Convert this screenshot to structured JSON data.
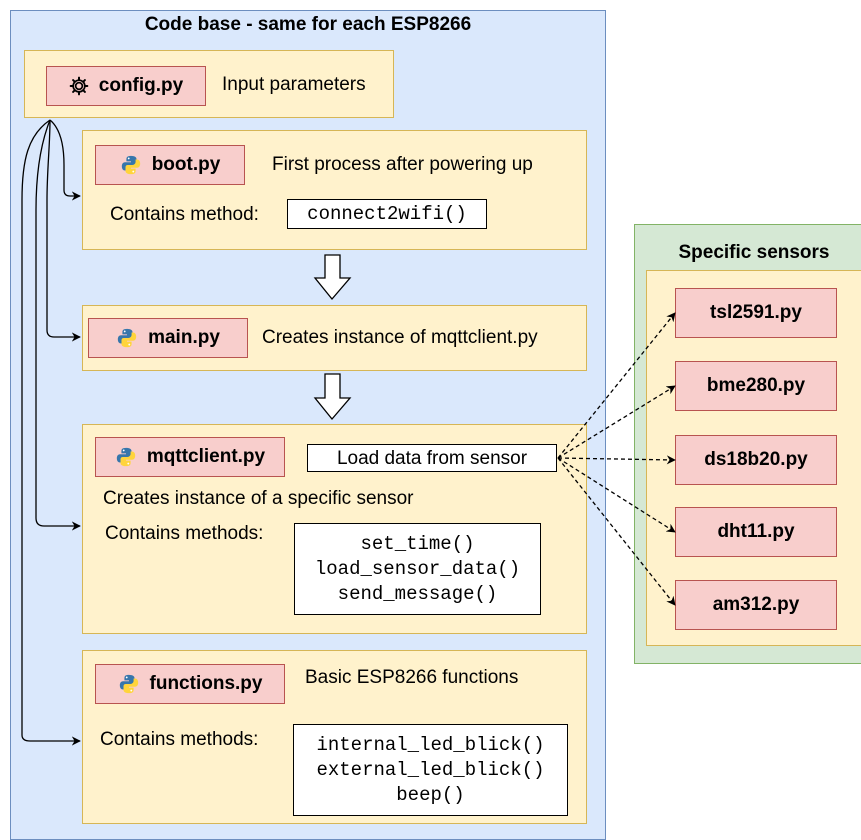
{
  "codebase": {
    "title": "Code base - same for each ESP8266",
    "config": {
      "file": "config.py",
      "desc": "Input parameters",
      "icon": "gear-icon"
    },
    "boot": {
      "file": "boot.py",
      "desc": "First process after powering up",
      "methods_label": "Contains method:",
      "methods": [
        "connect2wifi()"
      ],
      "icon": "python-icon"
    },
    "main": {
      "file": "main.py",
      "desc": "Creates instance of mqttclient.py",
      "icon": "python-icon"
    },
    "mqttclient": {
      "file": "mqttclient.py",
      "action": "Load data from sensor",
      "desc": "Creates instance of a specific sensor",
      "methods_label": "Contains methods:",
      "methods": [
        "set_time()",
        "load_sensor_data()",
        "send_message()"
      ],
      "icon": "python-icon"
    },
    "functions": {
      "file": "functions.py",
      "desc": "Basic ESP8266 functions",
      "methods_label": "Contains methods:",
      "methods": [
        "internal_led_blick()",
        "external_led_blick()",
        "beep()"
      ],
      "icon": "python-icon"
    }
  },
  "sensors": {
    "title": "Specific sensors",
    "items": [
      "tsl2591.py",
      "bme280.py",
      "ds18b20.py",
      "dht11.py",
      "am312.py"
    ]
  },
  "colors": {
    "container_blue": "#dae8fc",
    "container_green": "#d5e8d4",
    "card": "#fff2cc",
    "file_tag": "#f8cecc"
  }
}
